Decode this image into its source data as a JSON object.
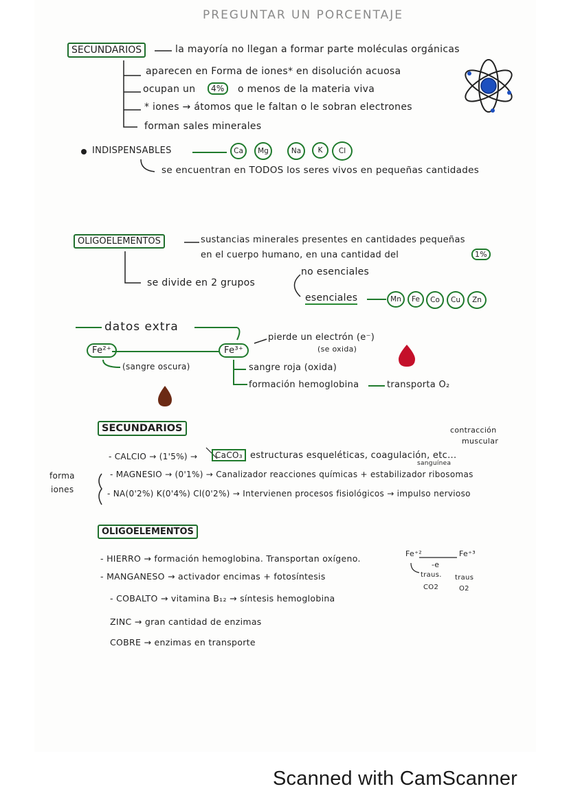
{
  "title": "PREGUNTAR UN PORCENTAJE",
  "sec1": {
    "label": "SECUNDARIOS",
    "line1": "la mayoría no llegan a formar parte moléculas orgánicas",
    "line2": "aparecen en Forma de iones* en disolución acuosa",
    "line3a": "ocupan un",
    "line3pct": "4%",
    "line3b": "o menos de la materia viva",
    "line4": "* iones → átomos que le faltan o le sobran electrones",
    "line5": "forman sales minerales"
  },
  "indisp": {
    "label": "INDISPENSABLES",
    "elements": [
      "Ca",
      "Mg",
      "Na",
      "K",
      "Cl"
    ],
    "note": "se encuentran en TODOS los seres vivos en pequeñas cantidades"
  },
  "oligo1": {
    "label": "OLIGOELEMENTOS",
    "line1": "sustancias minerales presentes en cantidades pequeñas",
    "line2a": "en el cuerpo humano, en una cantidad del",
    "line2pct": "1%",
    "divide": "se divide en 2 grupos",
    "no_esenciales": "no esenciales",
    "esenciales": "esenciales",
    "elements": [
      "Mn",
      "Fe",
      "Co",
      "Cu",
      "Zn"
    ]
  },
  "extra": {
    "label": "datos extra",
    "fe2": "Fe²⁺",
    "fe2_note": "(sangre oscura)",
    "fe3": "Fe³⁺",
    "fe3_line1": "pierde un electrón (e⁻)",
    "fe3_line2": "(se oxida)",
    "fe3_line3": "sangre roja (oxida)",
    "fe3_line4": "formación hemoglobina",
    "fe3_line4b": "transporta O₂",
    "colors": {
      "drop_dark": "#6b2a14",
      "drop_red": "#c4102a",
      "green": "#1f7a2c"
    }
  },
  "sec2": {
    "label": "SECUNDARIOS",
    "note_top": "contracción",
    "note_top2": "muscular",
    "calcio": "- CALCIO → (1'5%) →",
    "caco3": "CaCO₃",
    "calcio_rest": "estructuras esqueléticas, coagulación, etc...",
    "sanguinea": "sanguínea",
    "forma": "forma",
    "iones": "iones",
    "magnesio": "- MAGNESIO → (0'1%) → Canalizador reacciones químicas + estabilizador ribosomas",
    "na_k_cl": "- NA(0'2%) K(0'4%) Cl(0'2%) → Intervienen procesos fisiológicos → impulso nervioso"
  },
  "oligo2": {
    "label": "OLIGOELEMENTOS",
    "hierro": "- HIERRO → formación hemoglobina. Transportan oxígeno.",
    "fe_a": "Fe⁺²",
    "fe_b": "Fe⁺³",
    "minus_e": "-e",
    "trans1": "traus.",
    "co2": "CO2",
    "trans2": "traus",
    "o2": "O2",
    "manganeso": "- MANGANESO → activador encimas + fotosíntesis",
    "cobalto": "- COBALTO → vitamina B₁₂ → síntesis hemoglobina",
    "zinc": "ZINC → gran cantidad de enzimas",
    "cobre": "COBRE → enzimas en transporte"
  },
  "footer": "Scanned with CamScanner"
}
